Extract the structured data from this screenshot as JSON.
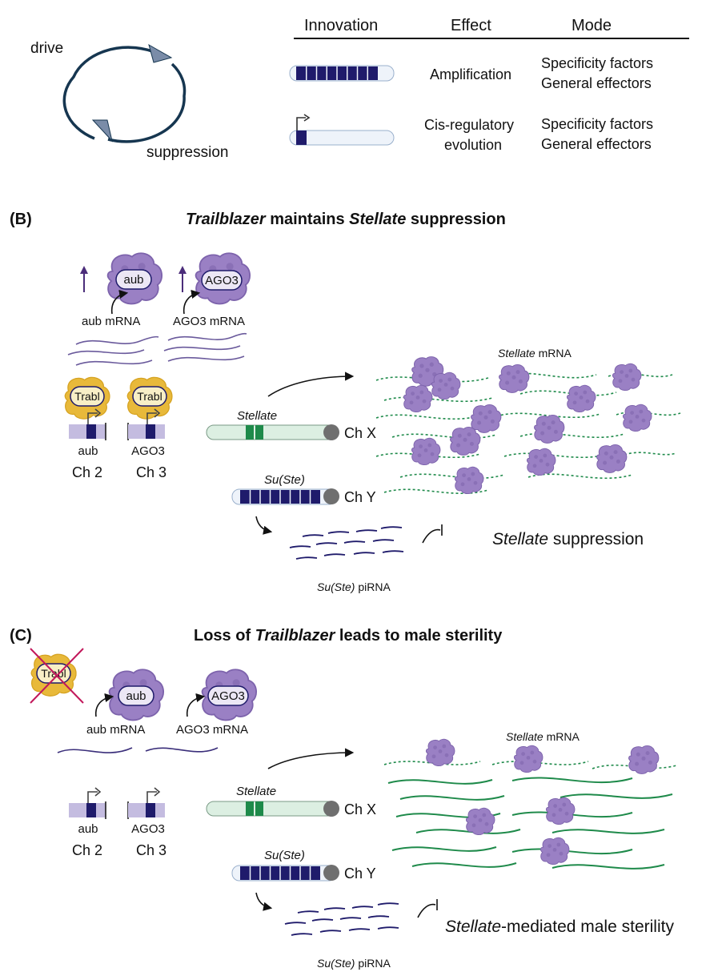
{
  "panel_a": {
    "cycle": {
      "drive": "drive",
      "suppression": "suppression"
    },
    "table": {
      "headers": {
        "innovation": "Innovation",
        "effect": "Effect",
        "mode": "Mode"
      },
      "rows": [
        {
          "effect": [
            "Amplification"
          ],
          "modes": [
            "Specificity factors",
            "General effectors"
          ]
        },
        {
          "effect": [
            "Cis-regulatory",
            "evolution"
          ],
          "modes": [
            "Specificity factors",
            "General effectors"
          ]
        }
      ]
    }
  },
  "panel_b": {
    "label": "(B)",
    "title": {
      "part1": "Trailblazer",
      "part2": " maintains ",
      "part3": "Stellate",
      "part4": " suppression"
    },
    "proteins": {
      "aub": "aub",
      "ago3": "AGO3",
      "trabl": "Trabl"
    },
    "mrna": {
      "aub": "aub mRNA",
      "ago3": "AGO3 mRNA"
    },
    "genes": {
      "aub": "aub",
      "ago3": "AGO3"
    },
    "chromosomes": {
      "ch2": "Ch 2",
      "ch3": "Ch 3",
      "chx": "Ch X",
      "chy": "Ch Y"
    },
    "stellate_label": "Stellate",
    "suste_label": "Su(Ste)",
    "stellate_mrna": {
      "italic": "Stellate",
      "rest": " mRNA"
    },
    "pirna": {
      "italic": "Su(Ste)",
      "rest": " piRNA"
    },
    "outcome": {
      "italic": "Stellate",
      "rest": " suppression"
    }
  },
  "panel_c": {
    "label": "(C)",
    "title": {
      "part1": "Loss of ",
      "part2": "Trailblazer",
      "part3": " leads to male sterility"
    },
    "proteins": {
      "aub": "aub",
      "ago3": "AGO3",
      "trabl": "Trabl"
    },
    "mrna": {
      "aub": "aub mRNA",
      "ago3": "AGO3 mRNA"
    },
    "genes": {
      "aub": "aub",
      "ago3": "AGO3"
    },
    "chromosomes": {
      "ch2": "Ch 2",
      "ch3": "Ch 3",
      "chx": "Ch X",
      "chy": "Ch Y"
    },
    "stellate_label": "Stellate",
    "suste_label": "Su(Ste)",
    "stellate_mrna": {
      "italic": "Stellate",
      "rest": " mRNA"
    },
    "pirna": {
      "italic": "Su(Ste)",
      "rest": " piRNA"
    },
    "outcome": {
      "italic": "Stellate",
      "rest": "-mediated male sterility"
    }
  },
  "colors": {
    "navy": "#1f1b6b",
    "cycle": "#163650",
    "purple_protein": "#9a80c4",
    "trabl_yellow": "#e8b93a",
    "stellate_green": "#1e8a4a",
    "red_x": "#c2185b",
    "gene_lavender": "#c4bce0"
  }
}
